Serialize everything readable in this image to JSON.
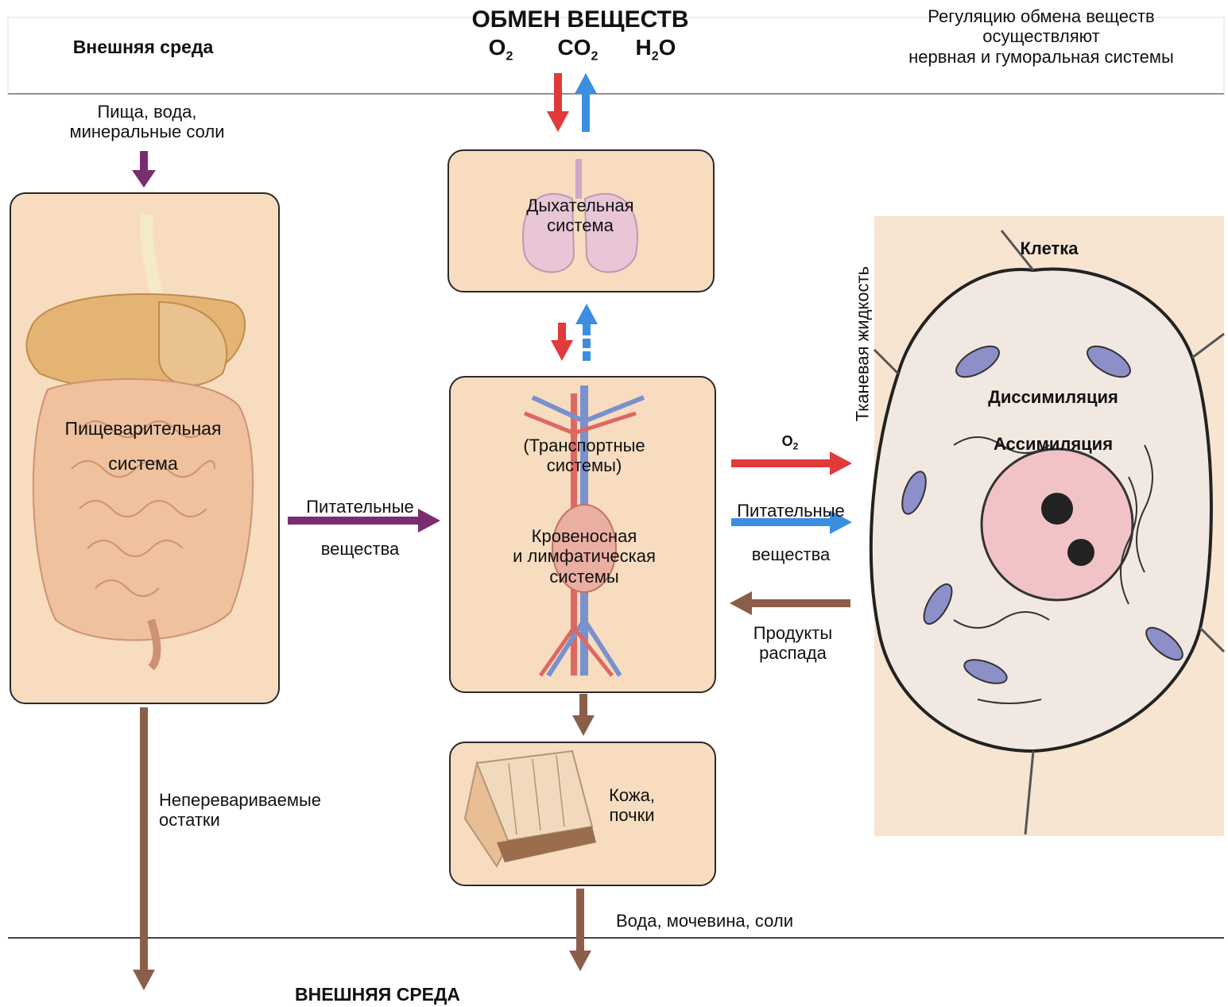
{
  "header": {
    "external_env_left": "Внешняя среда",
    "title": "ОБМЕН ВЕЩЕСТВ",
    "regulation_line1": "Регуляцию обмена веществ",
    "regulation_line2": "осуществляют",
    "regulation_line3": "нервная и гуморальная системы"
  },
  "inputs": {
    "food_line1": "Пища, вода,",
    "food_line2": "минеральные соли"
  },
  "digestive": {
    "line1": "Пищеварительная",
    "line2": "система"
  },
  "respiratory": {
    "line1": "Дыхательная",
    "line2": "система"
  },
  "transport": {
    "line1": "(Транспортные",
    "line2": "системы)",
    "line3": "Кровеносная",
    "line4": "и лимфатическая",
    "line5": "системы"
  },
  "skin_kidneys": {
    "line1": "Кожа,",
    "line2": "почки"
  },
  "flows": {
    "nutrients_left_line1": "Питательные",
    "nutrients_left_line2": "вещества",
    "nutrients_right_line1": "Питательные",
    "nutrients_right_line2": "вещества",
    "decay_line1": "Продукты",
    "decay_line2": "распада",
    "undigested_line1": "Неперевариваемые",
    "undigested_line2": "остатки",
    "excretion": "Вода, мочевина, соли",
    "tissue_fluid": "Тканевая жидкость"
  },
  "cell": {
    "title": "Клетка",
    "dissimilation": "Диссимиляция",
    "assimilation": "Ассимиляция"
  },
  "footer": {
    "external_env_bottom": "ВНЕШНЯЯ СРЕДА"
  },
  "colors": {
    "box_fill": "#f7dcc0",
    "oxygen_arrow": "#e03a3a",
    "co2_arrow": "#3a8fe0",
    "nutrient_arrow": "#7a2d6e",
    "decay_arrow": "#8b5e4a",
    "excretion_arrow": "#8b5e4a"
  }
}
